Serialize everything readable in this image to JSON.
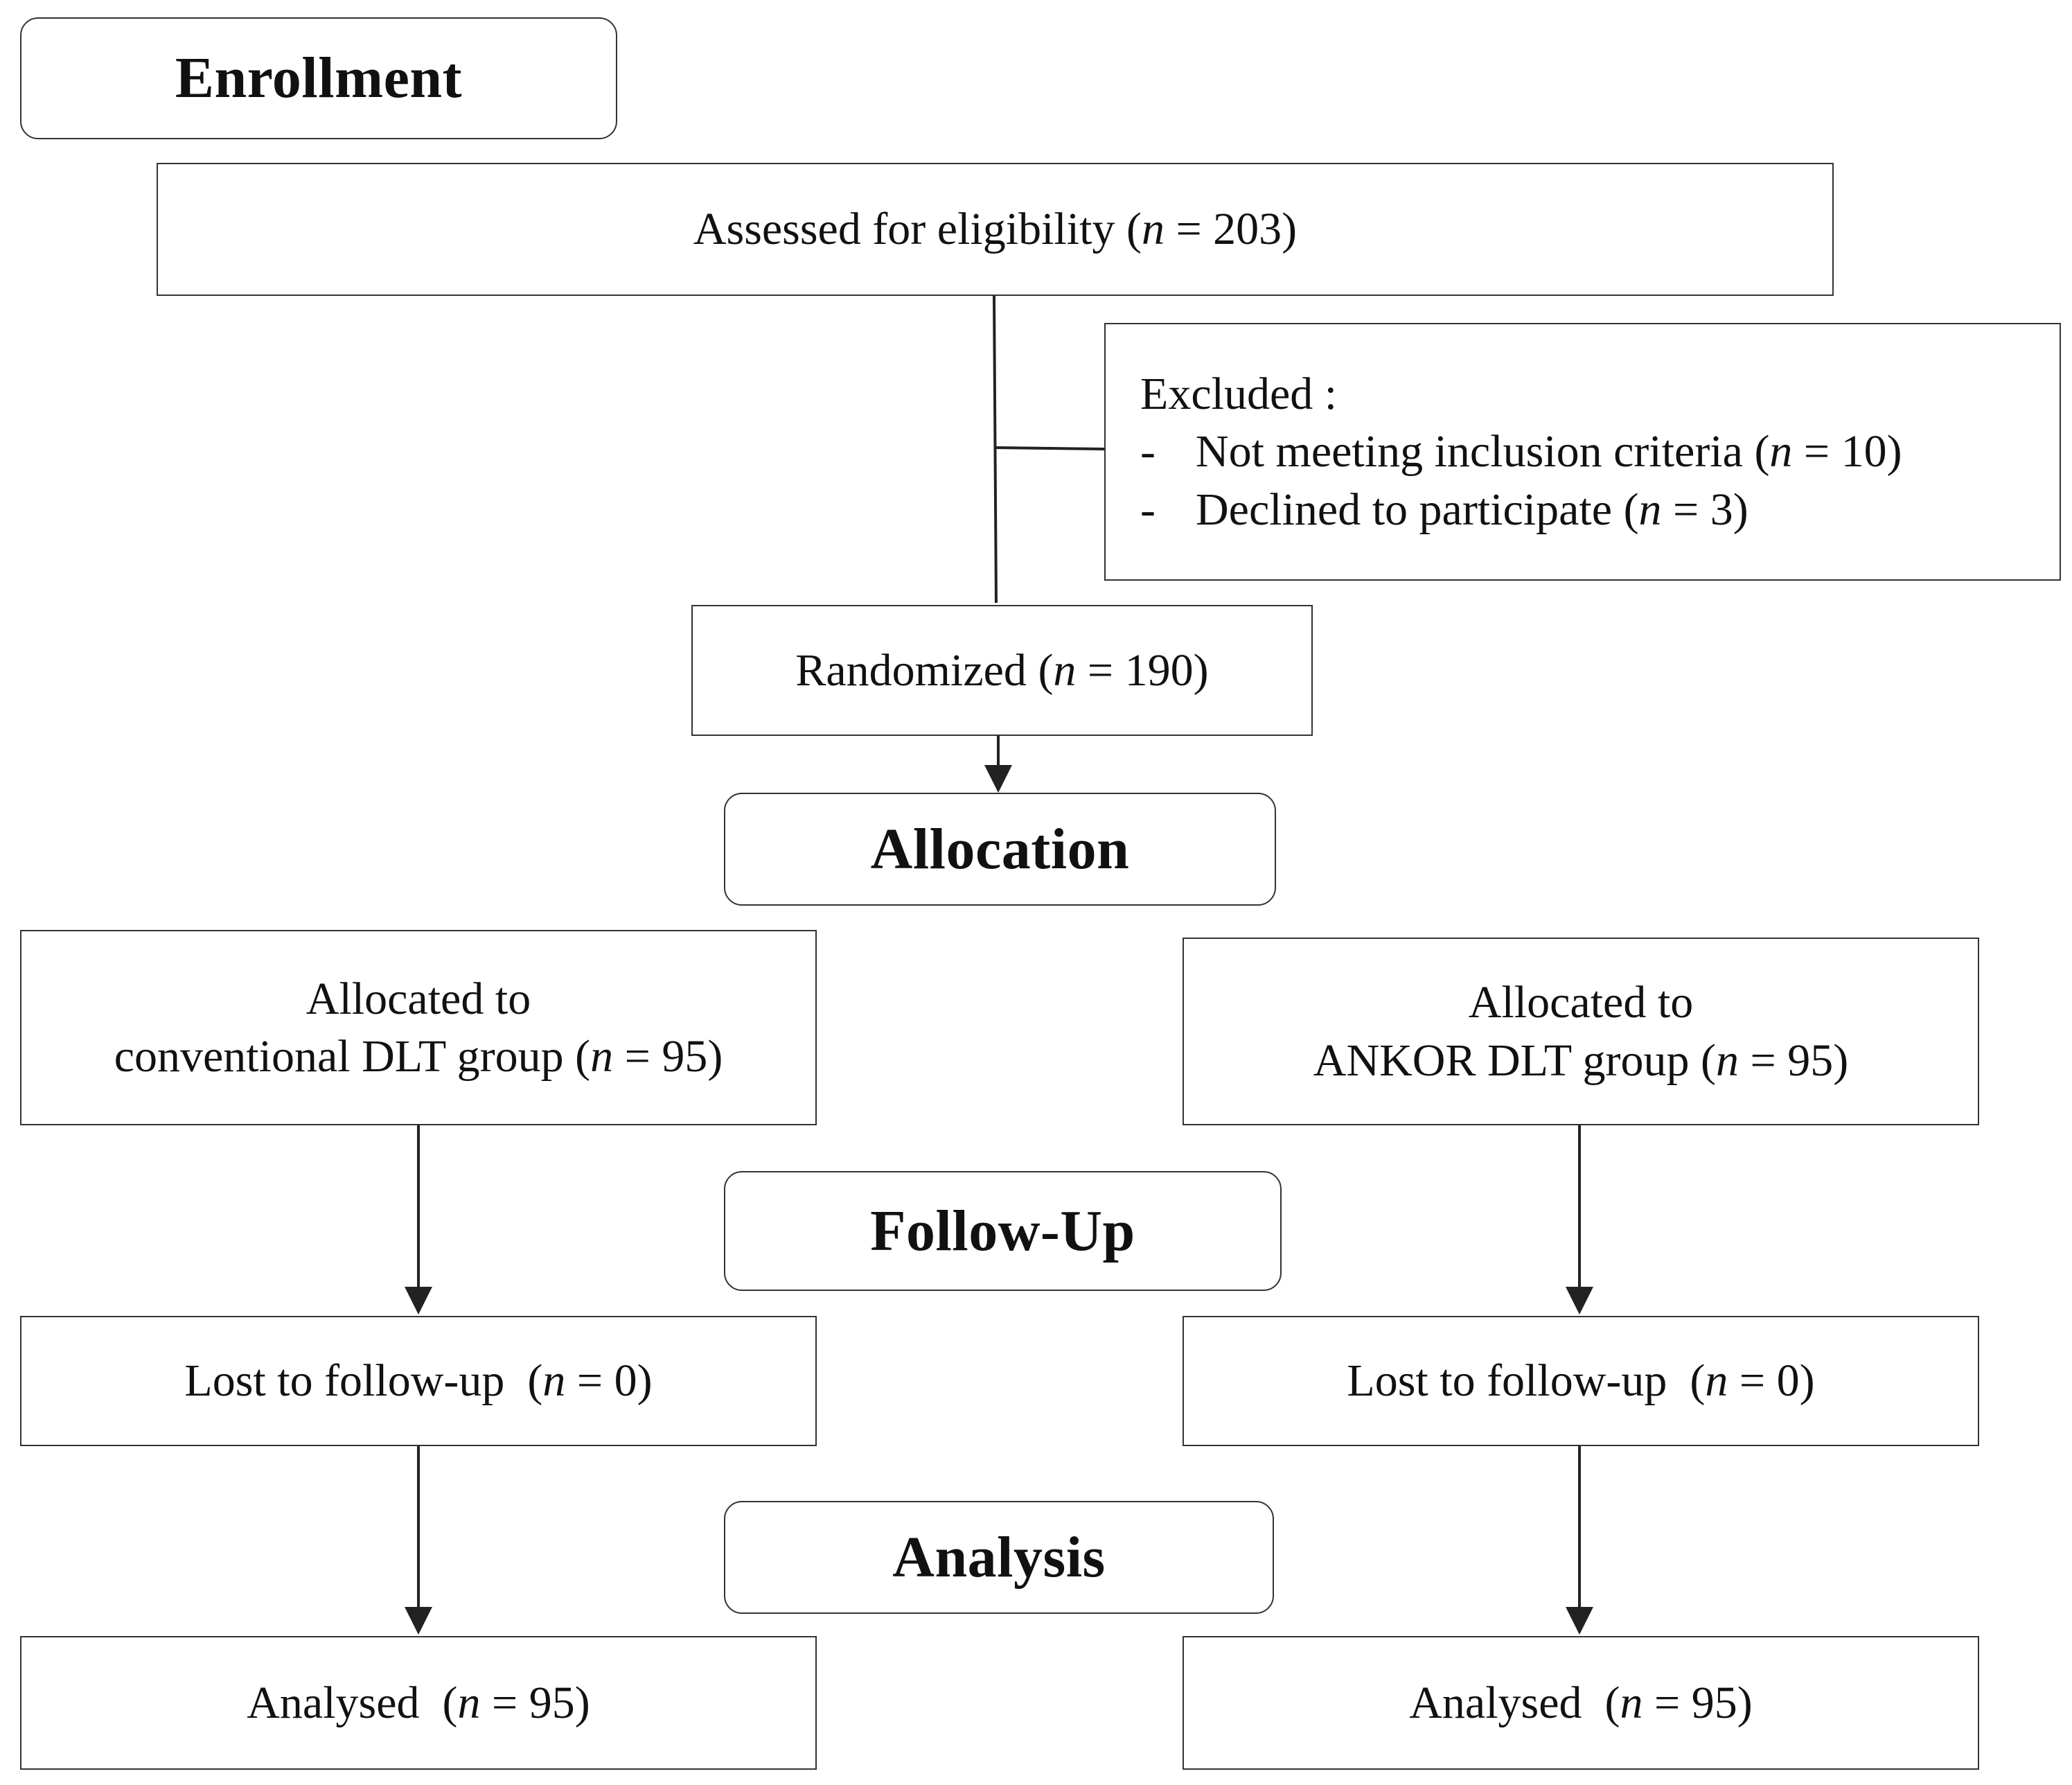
{
  "stages": {
    "enrollment": "Enrollment",
    "allocation": "Allocation",
    "follow_up": "Follow-Up",
    "analysis": "Analysis"
  },
  "n_symbol": "n",
  "assessed": {
    "label": "Assessed for eligibility",
    "count_text": "= 203"
  },
  "excluded": {
    "title": "Excluded :",
    "bullet": "-",
    "items": [
      {
        "label": "Not meeting inclusion criteria",
        "count_text": "= 10"
      },
      {
        "label": "Declined to participate",
        "count_text": "= 3"
      }
    ]
  },
  "randomized": {
    "label": "Randomized",
    "count_text": "= 190"
  },
  "groups": [
    {
      "alloc_line1": "Allocated to",
      "alloc_line2": "conventional DLT group",
      "alloc_count_text": "= 95",
      "lost_label": "Lost to follow-up",
      "lost_count_text": "= 0",
      "analysed_label": "Analysed",
      "analysed_count_text": "= 95"
    },
    {
      "alloc_line1": "Allocated to",
      "alloc_line2": "ANKOR DLT group",
      "alloc_count_text": "= 95",
      "lost_label": "Lost to follow-up",
      "lost_count_text": "= 0",
      "analysed_label": "Analysed",
      "analysed_count_text": "= 95"
    }
  ]
}
